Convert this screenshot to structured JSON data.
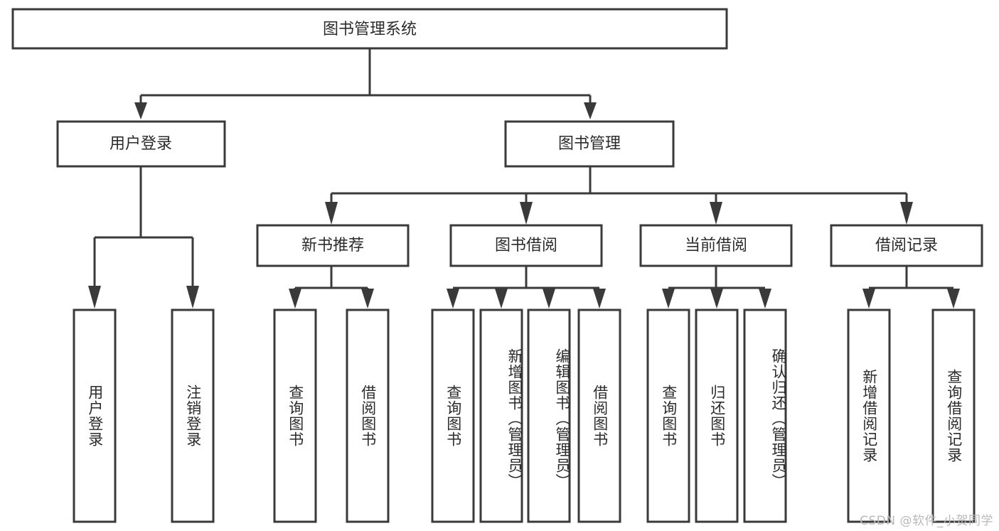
{
  "diagram": {
    "type": "tree-hierarchy",
    "title": "图书管理系统",
    "orientation": "top-down",
    "watermark": "CSDN @软件_小贺同学",
    "colors": {
      "background": "#ffffff",
      "box_stroke": "#3a3a3a",
      "box_fill": "#ffffff",
      "text": "#2b2b2b",
      "connector": "#3a3a3a",
      "watermark": "#b9b9b9"
    },
    "root": {
      "label": "图书管理系统",
      "level": 0
    },
    "level1": [
      {
        "label": "用户登录",
        "children_count": 2
      },
      {
        "label": "图书管理",
        "children_count": 4
      }
    ],
    "level2": [
      {
        "label": "新书推荐",
        "parent": "图书管理",
        "children_count": 2
      },
      {
        "label": "图书借阅",
        "parent": "图书管理",
        "children_count": 4
      },
      {
        "label": "当前借阅",
        "parent": "图书管理",
        "children_count": 3
      },
      {
        "label": "借阅记录",
        "parent": "图书管理",
        "children_count": 2
      }
    ],
    "leaves": {
      "用户登录": [
        "用户登录",
        "注销登录"
      ],
      "新书推荐": [
        "查询图书",
        "借阅图书"
      ],
      "图书借阅": [
        "查询图书",
        "新增图书（管理员）",
        "编辑图书（管理员）",
        "借阅图书"
      ],
      "当前借阅": [
        "查询图书",
        "归还图书",
        "确认归还（管理员）"
      ],
      "借阅记录": [
        "新增借阅记录",
        "查询借阅记录"
      ]
    }
  },
  "nodes": {
    "root": {
      "label": "图书管理系统"
    },
    "user_login": {
      "label": "用户登录"
    },
    "book_manage": {
      "label": "图书管理"
    },
    "new_book_rec": {
      "label": "新书推荐"
    },
    "book_borrow": {
      "label": "图书借阅"
    },
    "current_borrow": {
      "label": "当前借阅"
    },
    "borrow_record": {
      "label": "借阅记录"
    },
    "leaf_1": {
      "label": "用户登录"
    },
    "leaf_2": {
      "label": "注销登录"
    },
    "leaf_3": {
      "label": "查询图书"
    },
    "leaf_4": {
      "label": "借阅图书"
    },
    "leaf_5": {
      "label": "查询图书"
    },
    "leaf_6": {
      "label": "新增图书（管理员）"
    },
    "leaf_7": {
      "label": "编辑图书（管理员）"
    },
    "leaf_8": {
      "label": "借阅图书"
    },
    "leaf_9": {
      "label": "查询图书"
    },
    "leaf_10": {
      "label": "归还图书"
    },
    "leaf_11": {
      "label": "确认归还（管理员）"
    },
    "leaf_12": {
      "label": "新增借阅记录"
    },
    "leaf_13": {
      "label": "查询借阅记录"
    }
  },
  "footer": {
    "watermark": "CSDN @软件_小贺同学"
  }
}
